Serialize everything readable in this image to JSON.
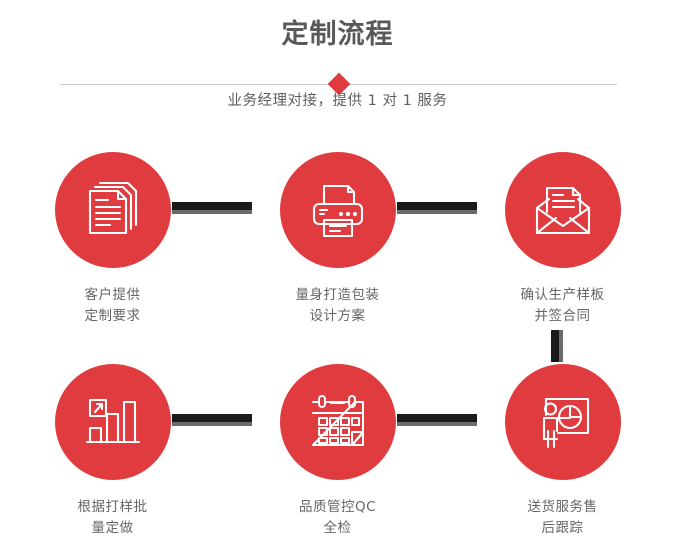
{
  "header": {
    "title": "定制流程",
    "subtitle": "业务经理对接，提供 1 对 1 服务",
    "accent_color": "#e03b3e",
    "title_color": "#595959",
    "divider_color": "#c9c9c9"
  },
  "flow": {
    "connector_color": "#1a1a1a",
    "connector_shadow_color": "#6b6b6b",
    "rows": [
      {
        "steps": [
          {
            "icon": "documents-stack-icon",
            "label": "客户提供\n定制要求"
          },
          {
            "icon": "printer-icon",
            "label": "量身打造包装\n设计方案"
          },
          {
            "icon": "envelope-letter-icon",
            "label": "确认生产样板\n并签合同"
          }
        ]
      },
      {
        "steps": [
          {
            "icon": "bar-chart-growth-icon",
            "label": "根据打样批\n量定做"
          },
          {
            "icon": "calendar-icon",
            "label": "品质管控QC\n全检"
          },
          {
            "icon": "presenter-pie-chart-icon",
            "label": "送货服务售\n后跟踪"
          }
        ]
      }
    ]
  }
}
